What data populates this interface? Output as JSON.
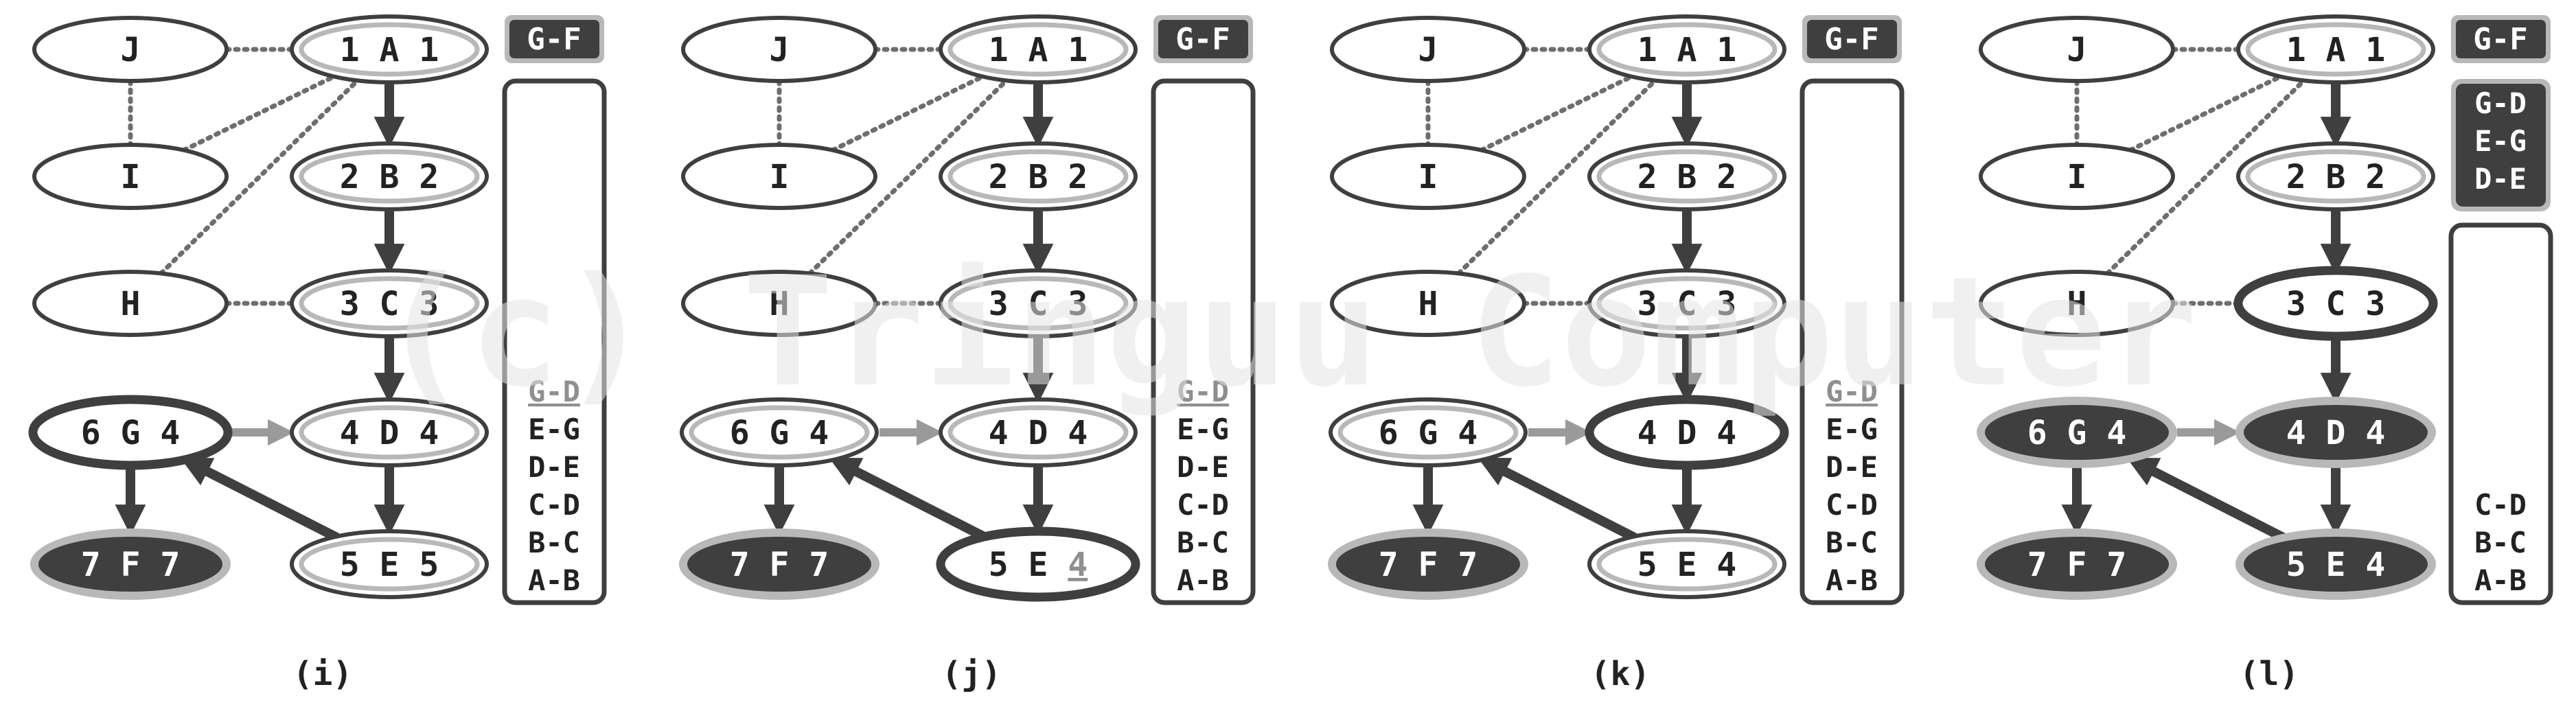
{
  "watermark": "(c) Tringuu Computer",
  "colors": {
    "stroke": "#3f3f3f",
    "dark_fill": "#3f3f3f",
    "halo": "#b8b8b8",
    "dotted": "#6e6e6e",
    "arrow": "#3f3f3f",
    "light_arrow": "#9a9a9a",
    "gray_text": "#8f8f8f",
    "white_text": "#ffffff",
    "watermark": "#e4e4e4"
  },
  "panels": [
    {
      "caption": "(i)",
      "gf_box": "G-F",
      "top_stack": [],
      "stack": [
        "G-D",
        "E-G",
        "D-E",
        "C-D",
        "B-C",
        "A-B"
      ],
      "stack_first_gray": true,
      "nodes": {
        "J": {
          "label": "J",
          "style": "plain"
        },
        "I": {
          "label": "I",
          "style": "plain"
        },
        "H": {
          "label": "H",
          "style": "plain"
        },
        "1": {
          "label": "1 A 1",
          "style": "double"
        },
        "2": {
          "label": "2 B 2",
          "style": "double"
        },
        "3": {
          "label": "3 C 3",
          "style": "double"
        },
        "4": {
          "label": "4 D 4",
          "style": "double"
        },
        "5": {
          "label": "5 E 5",
          "style": "double"
        },
        "6": {
          "label": "6 G 4",
          "style": "bold"
        },
        "7": {
          "label": "7 F 7",
          "style": "dark"
        }
      }
    },
    {
      "caption": "(j)",
      "gf_box": "G-F",
      "top_stack": [],
      "stack": [
        "G-D",
        "E-G",
        "D-E",
        "C-D",
        "B-C",
        "A-B"
      ],
      "stack_first_gray": true,
      "nodes": {
        "J": {
          "label": "J",
          "style": "plain"
        },
        "I": {
          "label": "I",
          "style": "plain"
        },
        "H": {
          "label": "H",
          "style": "plain"
        },
        "1": {
          "label": "1 A 1",
          "style": "double"
        },
        "2": {
          "label": "2 B 2",
          "style": "double"
        },
        "3": {
          "label": "3 C 3",
          "style": "double"
        },
        "4": {
          "label": "4 D 4",
          "style": "double"
        },
        "5": {
          "label": "5 E 4",
          "style": "bold",
          "updated_digit": "4"
        },
        "6": {
          "label": "6 G 4",
          "style": "double"
        },
        "7": {
          "label": "7 F 7",
          "style": "dark"
        }
      }
    },
    {
      "caption": "(k)",
      "gf_box": "G-F",
      "top_stack": [],
      "stack": [
        "G-D",
        "E-G",
        "D-E",
        "C-D",
        "B-C",
        "A-B"
      ],
      "stack_first_gray": true,
      "nodes": {
        "J": {
          "label": "J",
          "style": "plain"
        },
        "I": {
          "label": "I",
          "style": "plain"
        },
        "H": {
          "label": "H",
          "style": "plain"
        },
        "1": {
          "label": "1 A 1",
          "style": "double"
        },
        "2": {
          "label": "2 B 2",
          "style": "double"
        },
        "3": {
          "label": "3 C 3",
          "style": "double"
        },
        "4": {
          "label": "4 D 4",
          "style": "bold"
        },
        "5": {
          "label": "5 E 4",
          "style": "double"
        },
        "6": {
          "label": "6 G 4",
          "style": "double"
        },
        "7": {
          "label": "7 F 7",
          "style": "dark"
        }
      }
    },
    {
      "caption": "(l)",
      "gf_box": "G-F",
      "top_stack": [
        "G-D",
        "E-G",
        "D-E"
      ],
      "stack": [
        "C-D",
        "B-C",
        "A-B"
      ],
      "stack_first_gray": false,
      "nodes": {
        "J": {
          "label": "J",
          "style": "plain"
        },
        "I": {
          "label": "I",
          "style": "plain"
        },
        "H": {
          "label": "H",
          "style": "plain"
        },
        "1": {
          "label": "1 A 1",
          "style": "double"
        },
        "2": {
          "label": "2 B 2",
          "style": "double"
        },
        "3": {
          "label": "3 C 3",
          "style": "bold"
        },
        "4": {
          "label": "4 D 4",
          "style": "dark"
        },
        "5": {
          "label": "5 E 4",
          "style": "dark"
        },
        "6": {
          "label": "6 G 4",
          "style": "dark"
        },
        "7": {
          "label": "7 F 7",
          "style": "dark"
        }
      }
    }
  ]
}
